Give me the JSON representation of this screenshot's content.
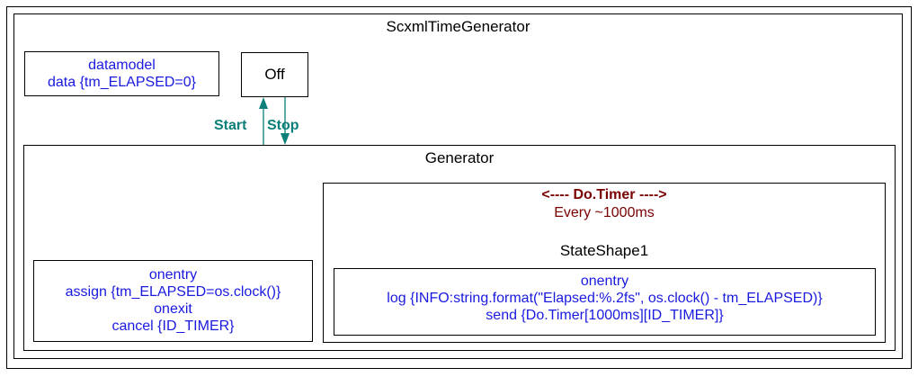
{
  "root": {
    "title": "ScxmlTimeGenerator"
  },
  "datamodel": {
    "title": "datamodel",
    "lines": [
      "data {tm_ELAPSED=0}"
    ]
  },
  "off_state": {
    "label": "Off"
  },
  "transitions": {
    "start": {
      "label": "Start"
    },
    "stop": {
      "label": "Stop"
    }
  },
  "generator": {
    "title": "Generator",
    "actions": {
      "onentry_title": "onentry",
      "onentry_line": "assign {tm_ELAPSED=os.clock()}",
      "onexit_title": "onexit",
      "onexit_line": "cancel {ID_TIMER}"
    },
    "state_shape": {
      "event": "<---- Do.Timer ---->",
      "interval": "Every ~1000ms",
      "title": "StateShape1",
      "onentry_title": "onentry",
      "lines": [
        "log {INFO:string.format(\"Elapsed:%.2fs\", os.clock() - tm_ELAPSED)}",
        "send {Do.Timer[1000ms][ID_TIMER]}"
      ]
    }
  },
  "colors": {
    "action_text": "#1a1adf",
    "event_text": "#7a0000",
    "transition": "#0b7f79",
    "border": "#000000"
  }
}
